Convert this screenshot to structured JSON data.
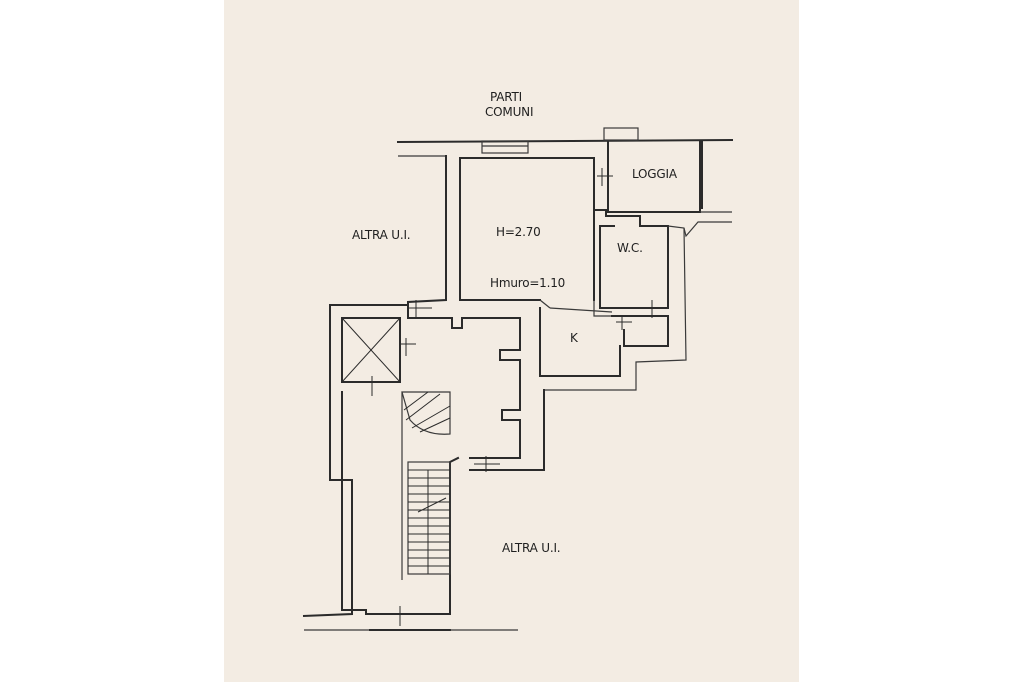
{
  "labels": {
    "parti": "PARTI",
    "comuni": "COMUNI",
    "loggia": "LOGGIA",
    "wc": "W.C.",
    "altra_ui_left": "ALTRA U.I.",
    "room_height": "H=2.70",
    "wall_height": "Hmuro=1.10",
    "kitchen": "K",
    "altra_ui_bottom": "ALTRA U.I."
  },
  "colors": {
    "paper": "#f3ece3",
    "ink": "#2b2b2b",
    "background": "#ffffff"
  }
}
